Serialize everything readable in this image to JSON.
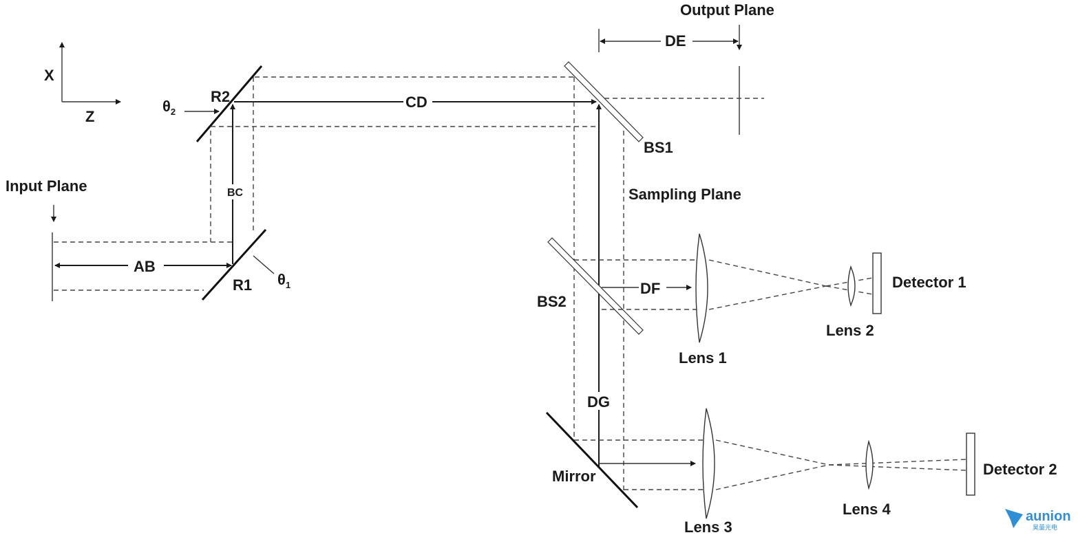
{
  "axes": {
    "x": "X",
    "z": "Z"
  },
  "planes": {
    "input": "Input Plane",
    "output": "Output Plane",
    "sampling": "Sampling Plane"
  },
  "paths": {
    "ab": "AB",
    "bc": "BC",
    "cd": "CD",
    "de": "DE",
    "df": "DF",
    "dg": "DG"
  },
  "components": {
    "r1": "R1",
    "r2": "R2",
    "bs1": "BS1",
    "bs2": "BS2",
    "mirror": "Mirror",
    "lens1": "Lens 1",
    "lens2": "Lens 2",
    "lens3": "Lens 3",
    "lens4": "Lens 4",
    "detector1": "Detector 1",
    "detector2": "Detector 2"
  },
  "angles": {
    "theta1": {
      "symbol": "θ",
      "sub": "1"
    },
    "theta2": {
      "symbol": "θ",
      "sub": "2"
    }
  },
  "watermark": {
    "brand": "aunion",
    "sub": "昊量光电",
    "color": "#2f8fd6"
  }
}
